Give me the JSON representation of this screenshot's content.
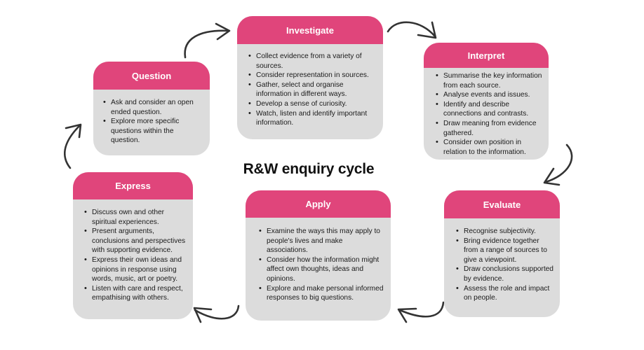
{
  "title": "R&W enquiry cycle",
  "colors": {
    "header": "#e0457b",
    "card_body": "#dcdcdc",
    "arrow": "#333333",
    "title_text": "#111111"
  },
  "stages": {
    "question": {
      "heading": "Question",
      "points": [
        "Ask and consider an open ended question.",
        "Explore more specific questions within the question."
      ]
    },
    "investigate": {
      "heading": "Investigate",
      "points": [
        "Collect evidence from a variety of sources.",
        "Consider representation in sources.",
        "Gather, select and organise information in different ways.",
        "Develop a sense of curiosity.",
        "Watch, listen and identify important information."
      ]
    },
    "interpret": {
      "heading": "Interpret",
      "points": [
        "Summarise the key information from each source.",
        "Analyse events and issues.",
        "Identify and describe connections and contrasts.",
        "Draw meaning from evidence gathered.",
        "Consider own position in relation to the information."
      ]
    },
    "evaluate": {
      "heading": "Evaluate",
      "points": [
        "Recognise subjectivity.",
        "Bring evidence together from a range of sources to give a viewpoint.",
        "Draw conclusions supported by evidence.",
        "Assess the role and impact on people."
      ]
    },
    "apply": {
      "heading": "Apply",
      "points": [
        "Examine the ways this may apply to people's lives and make associations.",
        "Consider how the information might affect own thoughts, ideas and opinions.",
        "Explore and make personal informed responses to big questions."
      ]
    },
    "express": {
      "heading": "Express",
      "points": [
        "Discuss own and other spiritual experiences.",
        "Present arguments, conclusions and perspectives with supporting evidence.",
        "Express their own ideas and opinions in response using words, music, art or poetry.",
        "Listen with care and respect, empathising with others."
      ]
    }
  },
  "cycle_order": [
    "question",
    "investigate",
    "interpret",
    "evaluate",
    "apply",
    "express"
  ]
}
